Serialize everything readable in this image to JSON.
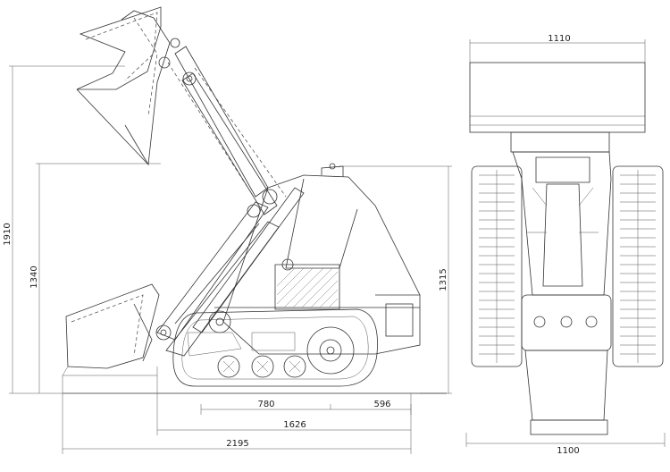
{
  "dimensions": {
    "overall_height": "1910",
    "hinge_height": "1340",
    "machine_height": "1315",
    "dim_780": "780",
    "dim_596": "596",
    "track_length": "1626",
    "overall_length": "2195",
    "bucket_width": "1110",
    "track_width": "1100"
  }
}
